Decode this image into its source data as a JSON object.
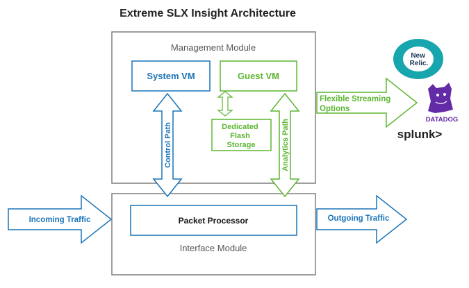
{
  "title": "Extreme SLX Insight Architecture",
  "management_module": {
    "label": "Management Module",
    "system_vm": "System VM",
    "guest_vm": "Guest VM",
    "flash_storage": [
      "Dedicated",
      "Flash",
      "Storage"
    ]
  },
  "interface_module": {
    "label": "Interface Module",
    "packet_processor": "Packet Processor"
  },
  "paths": {
    "control": "Control Path",
    "analytics": "Analytics Path"
  },
  "traffic": {
    "incoming": "Incoming Traffic",
    "outgoing": "Outgoing Traffic"
  },
  "streaming": [
    "Flexible Streaming",
    "Options"
  ],
  "logos": {
    "new_relic": [
      "New",
      "Relic."
    ],
    "datadog": "DATADOG",
    "splunk": "splunk>"
  },
  "colors": {
    "blue": "#1a73b8",
    "green": "#5cb531",
    "gray_border": "#7f7f7f",
    "text_gray": "#555555",
    "title": "#222222",
    "datadog_purple": "#632ca6",
    "new_relic_teal": "#17a5ae"
  }
}
